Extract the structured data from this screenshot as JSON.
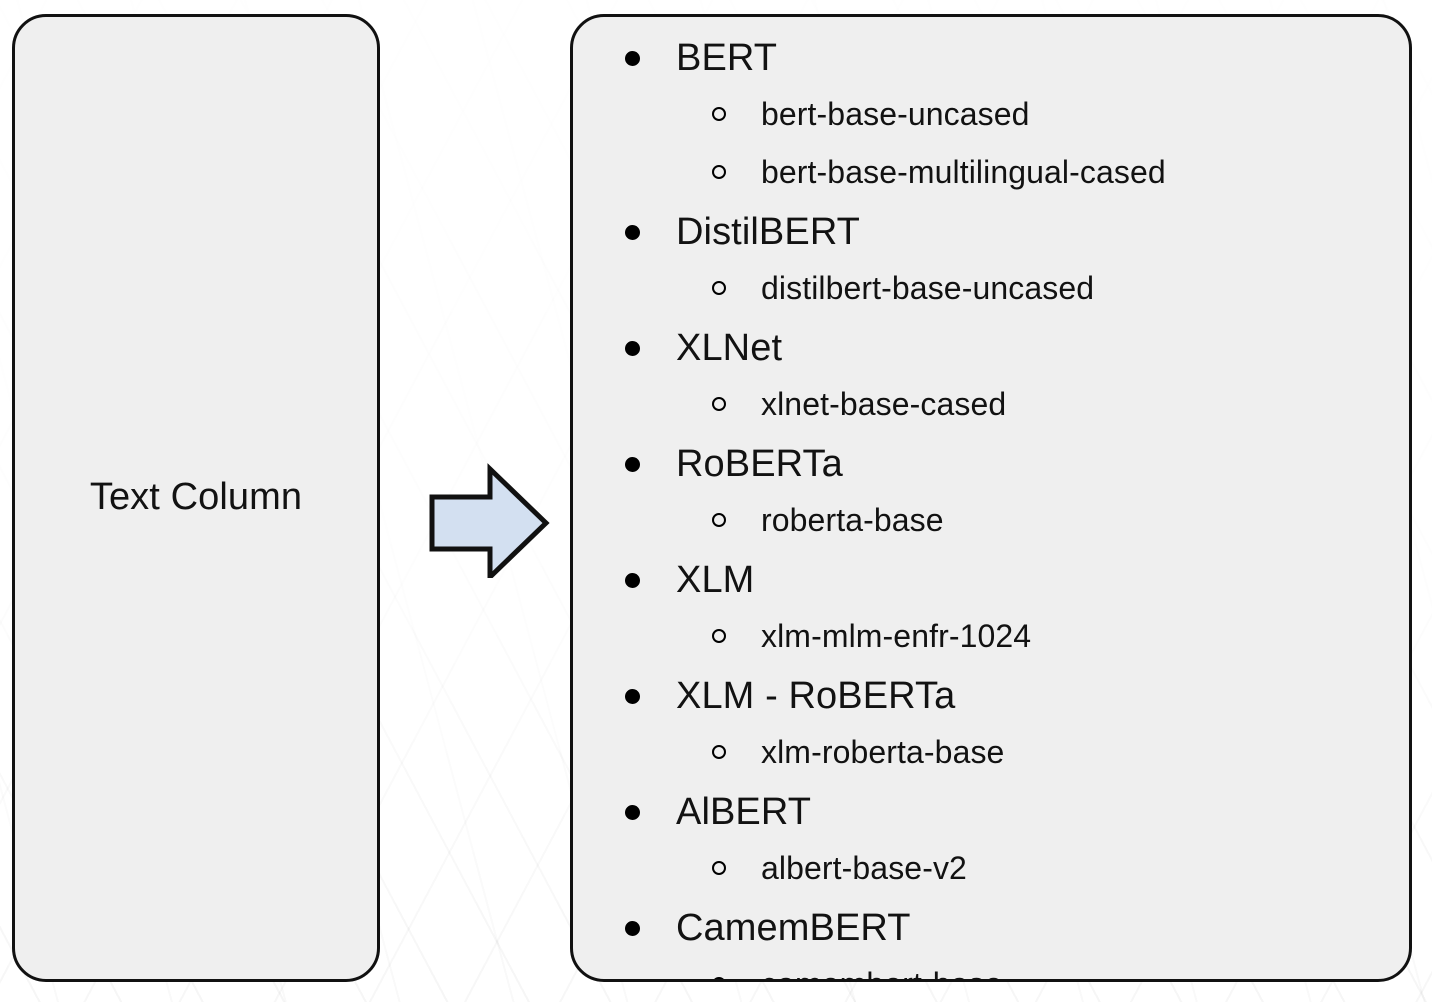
{
  "diagram": {
    "source": {
      "label": "Text Column"
    },
    "connector": {
      "icon": "right-arrow-icon",
      "fill_color": "#d3e0f1",
      "stroke_color": "#111111"
    },
    "target": {
      "bullet_level1_icon": "filled-circle-bullet-icon",
      "bullet_level2_icon": "hollow-circle-bullet-icon",
      "groups": [
        {
          "label": "BERT",
          "models": [
            "bert-base-uncased",
            "bert-base-multilingual-cased"
          ]
        },
        {
          "label": "DistilBERT",
          "models": [
            "distilbert-base-uncased"
          ]
        },
        {
          "label": "XLNet",
          "models": [
            "xlnet-base-cased"
          ]
        },
        {
          "label": "RoBERTa",
          "models": [
            "roberta-base"
          ]
        },
        {
          "label": "XLM",
          "models": [
            "xlm-mlm-enfr-1024"
          ]
        },
        {
          "label": "XLM - RoBERTa",
          "models": [
            "xlm-roberta-base"
          ]
        },
        {
          "label": "AlBERT",
          "models": [
            "albert-base-v2"
          ]
        },
        {
          "label": "CamemBERT",
          "models": [
            "camembert-base"
          ]
        }
      ]
    },
    "colors": {
      "panel_fill": "#efefef",
      "panel_stroke": "#111111",
      "text": "#121212",
      "background": "#ffffff"
    }
  }
}
